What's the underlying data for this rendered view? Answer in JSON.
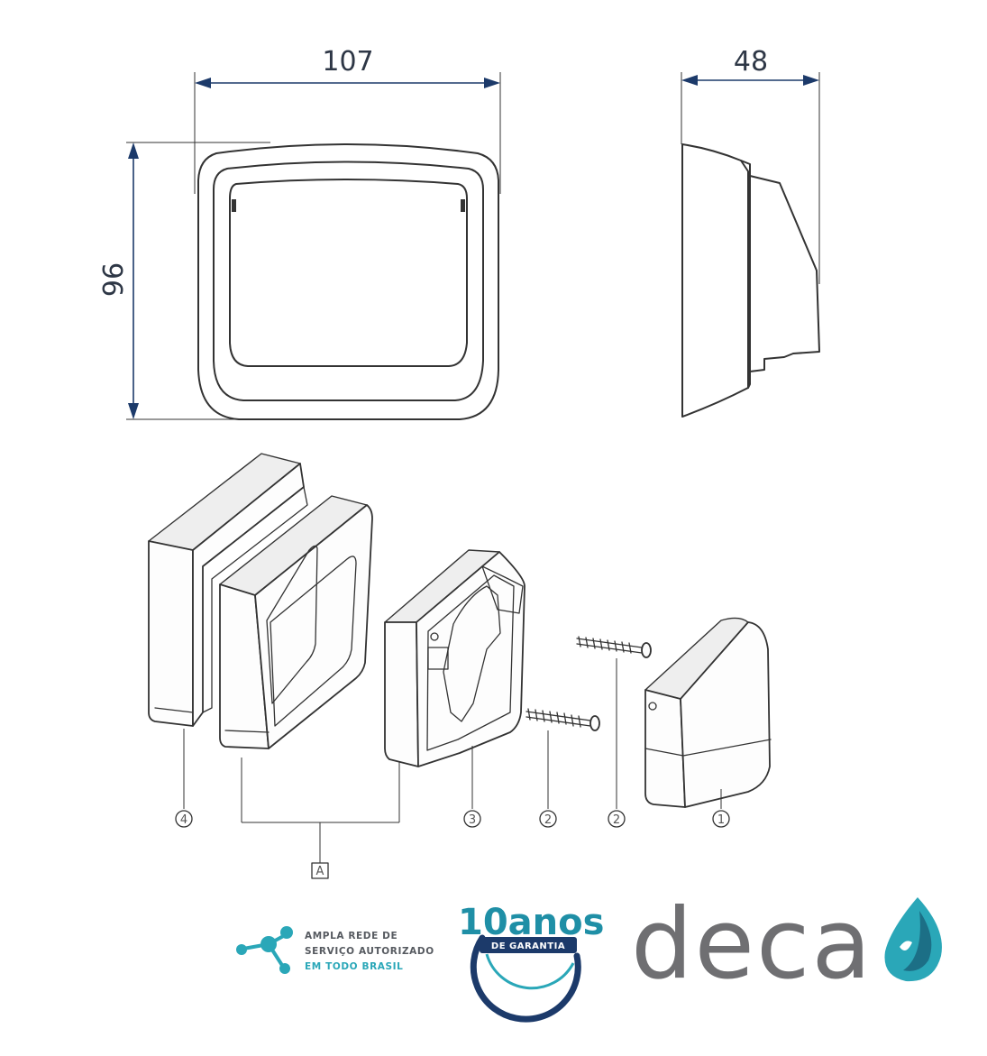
{
  "dimensions": {
    "width": "107",
    "height": "96",
    "depth": "48"
  },
  "callouts": {
    "part4": "4",
    "part3": "3",
    "part2a": "2",
    "part2b": "2",
    "part1": "1",
    "group_a": "A"
  },
  "footer": {
    "network_line1": "AMPLA REDE DE",
    "network_line2": "SERVIÇO AUTORIZADO",
    "network_line3": "EM TODO BRASIL",
    "warranty_number": "10anos",
    "warranty_label": "DE GARANTIA",
    "brand_name": "deca"
  },
  "colors": {
    "dimension_arrow": "#1c3a6a",
    "accent_teal": "#2aa7b8",
    "warranty_blue": "#1f8fa6",
    "brand_gray": "#6f6f72"
  },
  "icons": [
    "network-icon",
    "warranty-seal-icon",
    "deca-drop-logo-icon"
  ]
}
